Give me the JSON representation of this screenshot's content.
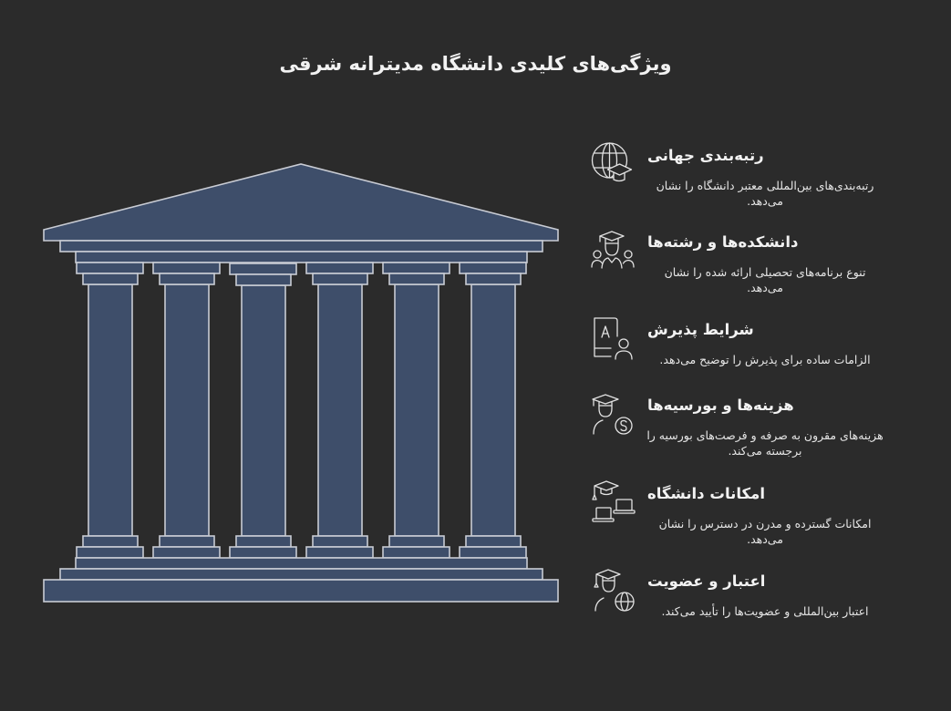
{
  "page": {
    "title": "ویژگی‌های کلیدی دانشگاه مدیترانه شرقی"
  },
  "colors": {
    "background": "#2b2b2b",
    "building_fill": "#3e4e6a",
    "building_stroke": "#c9ccd4",
    "icon_stroke": "#e2e2e2",
    "text": "#f0f0f0"
  },
  "illustration": {
    "type": "classical-building",
    "column_count": 6
  },
  "features": [
    {
      "icon": "globe-graduation-cap-icon",
      "title": "رتبه‌بندی جهانی",
      "description": "رتبه‌بندی‌های بین‌المللی معتبر دانشگاه را نشان می‌دهد."
    },
    {
      "icon": "students-group-icon",
      "title": "دانشکده‌ها و رشته‌ها",
      "description": "تنوع برنامه‌های تحصیلی ارائه شده را نشان می‌دهد."
    },
    {
      "icon": "application-form-user-icon",
      "title": "شرایط پذیرش",
      "description": "الزامات ساده برای پذیرش را توضیح می‌دهد."
    },
    {
      "icon": "graduate-dollar-coin-icon",
      "title": "هزینه‌ها و بورسیه‌ها",
      "description": "هزینه‌های مقرون به صرفه و فرصت‌های بورسیه را برجسته می‌کند."
    },
    {
      "icon": "graduation-cap-laptops-icon",
      "title": "امکانات دانشگاه",
      "description": "امکانات گسترده و مدرن در دسترس را نشان می‌دهد."
    },
    {
      "icon": "graduate-globe-icon",
      "title": "اعتبار و عضویت",
      "description": "اعتبار بین‌المللی و عضویت‌ها را تأیید می‌کند."
    }
  ]
}
